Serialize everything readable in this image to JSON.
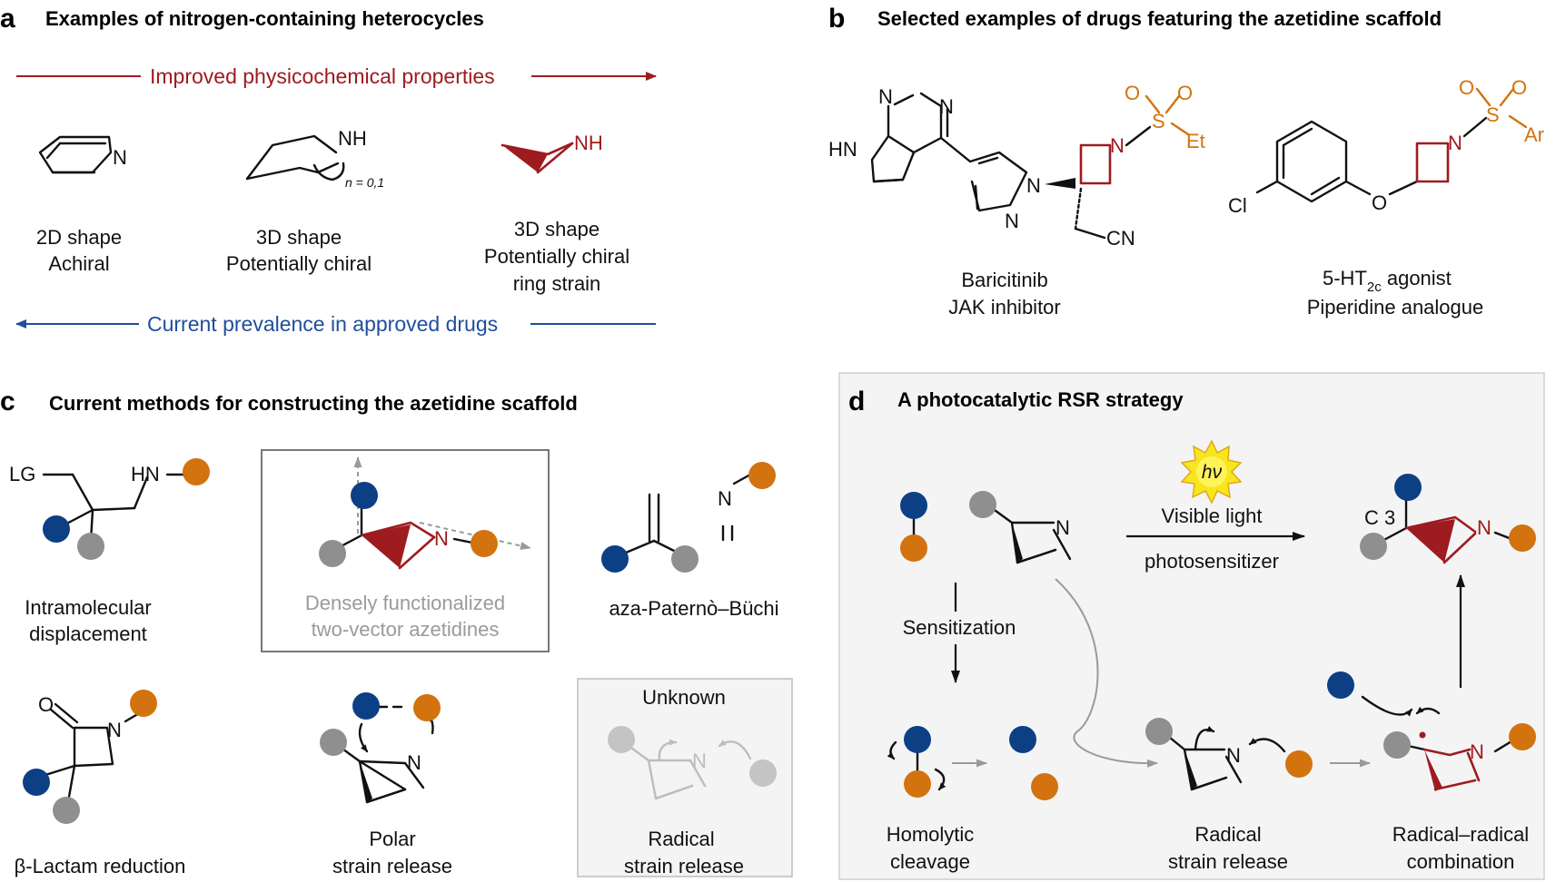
{
  "colors": {
    "blue": "#0d3f85",
    "orange": "#d2730f",
    "gray": "#8f8f8f",
    "red": "#9e1b20",
    "navy": "#1f4e9c",
    "lightgray": "#c4c4c4",
    "panel_bg": "#f4f4f4"
  },
  "a": {
    "letter": "a",
    "title": "Examples of nitrogen-containing heterocycles",
    "top_arrow": "Improved physicochemical properties",
    "bottom_arrow": "Current prevalence in approved drugs",
    "pyridine": {
      "atom": "N",
      "line1": "2D shape",
      "line2": "Achiral"
    },
    "piperidine": {
      "atom": "NH",
      "sub": "n = 0,1",
      "line1": "3D shape",
      "line2": "Potentially chiral"
    },
    "azetidine": {
      "atom": "NH",
      "line1": "3D shape",
      "line2": "Potentially chiral",
      "line3": "ring strain"
    }
  },
  "b": {
    "letter": "b",
    "title": "Selected examples of drugs featuring the azetidine scaffold",
    "baricitinib": {
      "atoms": {
        "n1": "N",
        "n2": "N",
        "hn": "HN",
        "n3": "N",
        "n4": "N",
        "n_az": "N",
        "s": "S",
        "o1": "O",
        "o2": "O",
        "et": "Et",
        "cn": "CN"
      },
      "line1": "Baricitinib",
      "line2": "JAK inhibitor"
    },
    "agonist": {
      "atoms": {
        "cl": "Cl",
        "o": "O",
        "n_az": "N",
        "s": "S",
        "o1": "O",
        "o2": "O",
        "ar": "Ar"
      },
      "line1_pre": "5-HT",
      "line1_sub": "2c",
      "line1_post": " agonist",
      "line2": "Piperidine analogue"
    }
  },
  "c": {
    "letter": "c",
    "title": "Current methods for constructing the azetidine scaffold",
    "intramolecular": {
      "lg": "LG",
      "hn": "HN",
      "line1": "Intramolecular",
      "line2": "displacement"
    },
    "dense": {
      "atom": "N",
      "line1": "Densely functionalized",
      "line2": "two-vector azetidines"
    },
    "aza": {
      "imine": "N",
      "line1": "aza-Paternò–Büchi"
    },
    "lactam": {
      "o": "O",
      "n": "N",
      "line1": "β-Lactam reduction"
    },
    "polar": {
      "n": "N",
      "line1": "Polar",
      "line2": "strain release"
    },
    "radical": {
      "unknown": "Unknown",
      "n": "N",
      "line1": "Radical",
      "line2": "strain release"
    }
  },
  "d": {
    "letter": "d",
    "title": "A photocatalytic RSR strategy",
    "hv": "hν",
    "visible_light": "Visible light",
    "photosensitizer": "photosensitizer",
    "c3": "C 3",
    "sensitization": "Sensitization",
    "atoms": {
      "n_start": "N",
      "n_prod": "N",
      "n_rad": "N",
      "n_comb": "N"
    },
    "homolytic": {
      "line1": "Homolytic",
      "line2": "cleavage"
    },
    "radical": {
      "line1": "Radical",
      "line2": "strain release"
    },
    "combination": {
      "line1": "Radical–radical",
      "line2": "combination"
    }
  }
}
